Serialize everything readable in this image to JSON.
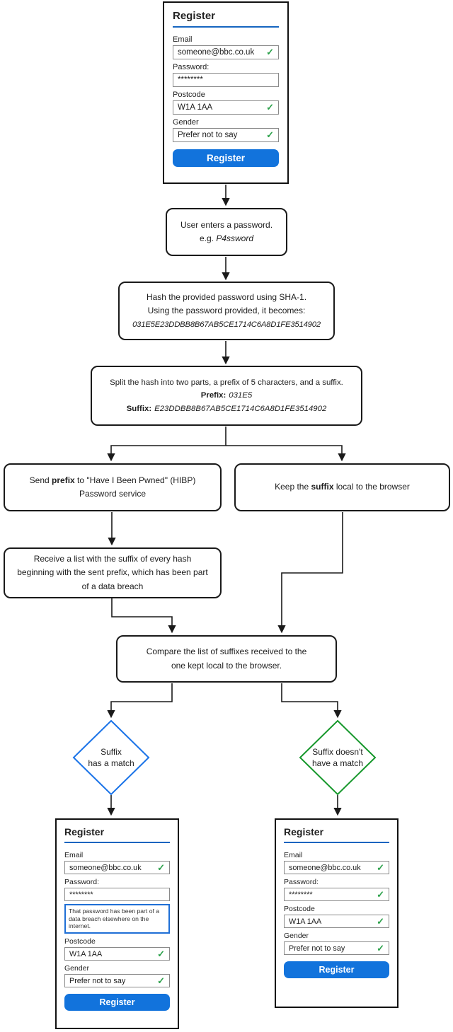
{
  "icons": {
    "check": "✓"
  },
  "colors": {
    "accent_blue": "#1273dc",
    "underline_blue": "#1565c0",
    "check_green": "#2ba14a",
    "diamond_blue": "#1a73e8",
    "diamond_green": "#17982c",
    "wire_black": "#1a1a1a"
  },
  "forms": {
    "top": {
      "title": "Register",
      "email_label": "Email",
      "email_value": "someone@bbc.co.uk",
      "password_label": "Password:",
      "password_value": "********",
      "postcode_label": "Postcode",
      "postcode_value": "W1A 1AA",
      "gender_label": "Gender",
      "gender_value": "Prefer not to say",
      "button": "Register"
    },
    "left": {
      "title": "Register",
      "email_label": "Email",
      "email_value": "someone@bbc.co.uk",
      "password_label": "Password:",
      "password_value": "********",
      "warning": "That password has been part of a data breach elsewhere on the internet.",
      "postcode_label": "Postcode",
      "postcode_value": "W1A 1AA",
      "gender_label": "Gender",
      "gender_value": "Prefer not to say",
      "button": "Register"
    },
    "right": {
      "title": "Register",
      "email_label": "Email",
      "email_value": "someone@bbc.co.uk",
      "password_label": "Password:",
      "password_value": "********",
      "postcode_label": "Postcode",
      "postcode_value": "W1A 1AA",
      "gender_label": "Gender",
      "gender_value": "Prefer not to say",
      "button": "Register"
    }
  },
  "flow": {
    "enter": {
      "line1": "User enters a password.",
      "eg": "e.g. ",
      "example": "P4ssword"
    },
    "hash": {
      "line1": "Hash the provided password using SHA-1.",
      "line2": "Using the password provided, it becomes:",
      "hash_value": "031E5E23DDBB8B67AB5CE1714C6A8D1FE3514902"
    },
    "split": {
      "line1": "Split the hash into two parts, a prefix of 5 characters, and a suffix.",
      "prefix_label": "Prefix:",
      "prefix_value": "031E5",
      "suffix_label": "Suffix:",
      "suffix_value": "E23DDBB8B67AB5CE1714C6A8D1FE3514902"
    },
    "send": {
      "pre": "Send ",
      "bold": "prefix",
      "post": " to \"Have I Been Pwned\" (HIBP) Password service"
    },
    "keep": {
      "pre": "Keep the ",
      "bold": "suffix",
      "post": " local to the browser"
    },
    "receive": {
      "text": "Receive a list with the suffix of every hash beginning with the sent prefix, which has been part of a data breach"
    },
    "compare": {
      "line1": "Compare the list of suffixes received to the",
      "line2": "one kept local to the browser."
    }
  },
  "decisions": {
    "match": {
      "line1": "Suffix",
      "line2": "has a match"
    },
    "no_match": {
      "line1": "Suffix doesn't",
      "line2": "have a match"
    }
  }
}
